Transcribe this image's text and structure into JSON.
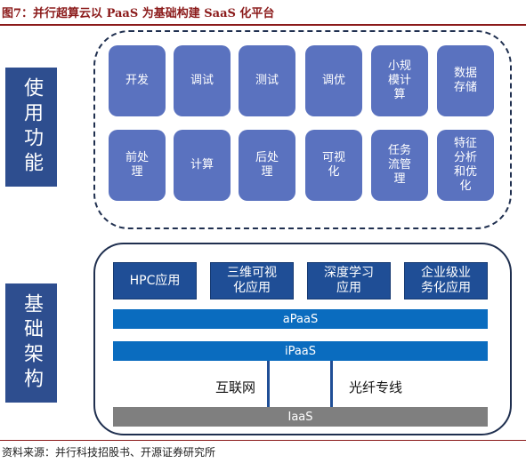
{
  "title": "图7：并行超算云以 PaaS 为基础构建 SaaS 化平台",
  "source": "资料来源：并行科技招股书、开源证券研究所",
  "side_labels": {
    "top": "使用功能",
    "bottom": "基础架构"
  },
  "function_tiles": [
    "开发",
    "调试",
    "测试",
    "调优",
    "小规\n模计\n算",
    "数据\n存储",
    "前处\n理",
    "计算",
    "后处\n理",
    "可视\n化",
    "任务\n流管\n理",
    "特征\n分析\n和优\n化"
  ],
  "app_boxes": [
    "HPC应用",
    "三维可视\n化应用",
    "深度学习\n应用",
    "企业级业\n务化应用"
  ],
  "layers": {
    "paas": "aPaaS",
    "ipaas": "iPaaS",
    "iaas": "IaaS"
  },
  "network": {
    "left": "互联网",
    "right": "光纤专线"
  },
  "colors": {
    "tile": "#5a72bf",
    "side": "#2e4e8f",
    "app": "#1f4e96",
    "paas": "#0a6cbf",
    "iaas": "#7f7f7f",
    "title": "#8b1a1a"
  }
}
